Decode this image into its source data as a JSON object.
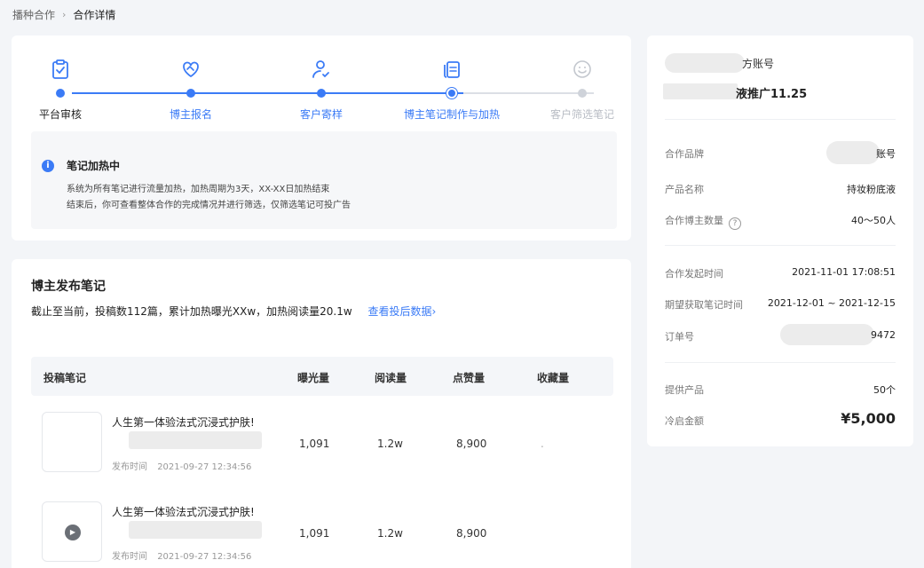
{
  "breadcrumb": {
    "parent": "播种合作",
    "separator": "›",
    "current": "合作详情"
  },
  "steps": [
    {
      "label": "平台审核",
      "icon": "clipboard-check-icon",
      "state": "start"
    },
    {
      "label": "博主报名",
      "icon": "handshake-heart-icon",
      "state": "done"
    },
    {
      "label": "客户寄样",
      "icon": "user-check-icon",
      "state": "done"
    },
    {
      "label": "博主笔记制作与加热",
      "icon": "documents-icon",
      "state": "active"
    },
    {
      "label": "客户筛选笔记",
      "icon": "smiley-icon",
      "state": "todo"
    }
  ],
  "notice": {
    "icon": "info-icon",
    "title": "笔记加热中",
    "line1": "系统为所有笔记进行流量加热，加热周期为3天，XX-XX日加热结束",
    "line2": "结束后，你可查看整体合作的完成情况并进行筛选，仅筛选笔记可投广告"
  },
  "notes": {
    "title": "博主发布笔记",
    "summary": "截止至当前，投稿数112篇，累计加热曝光XXw，加热阅读量20.1w",
    "summary_link": "查看投后数据›",
    "columns": [
      "投稿笔记",
      "曝光量",
      "阅读量",
      "点赞量",
      "收藏量"
    ],
    "rows": [
      {
        "title": "人生第一体验法式沉浸式护肤!",
        "time_label": "发布时间",
        "time": "2021-09-27 12:34:56",
        "exposure": "1,091",
        "reads": "1.2w",
        "likes": "8,900",
        "saves": ".",
        "has_play": false
      },
      {
        "title": "人生第一体验法式沉浸式护肤!",
        "time_label": "发布时间",
        "time": "2021-09-27 12:34:56",
        "exposure": "1,091",
        "reads": "1.2w",
        "likes": "8,900",
        "saves": "",
        "has_play": true
      }
    ]
  },
  "detail": {
    "account_suffix": "方账号",
    "campaign_suffix": "液推广11.25",
    "brand_label": "合作品牌",
    "brand_value": "账号",
    "product_name_label": "产品名称",
    "product_name_value": "持妆粉底液",
    "blogger_count_label": "合作博主数量",
    "blogger_count_value": "40～50人",
    "start_time_label": "合作发起时间",
    "start_time_value": "2021-11-01 17:08:51",
    "expected_time_label": "期望获取笔记时间",
    "expected_time_value": "2021-12-01 ~ 2021-12-15",
    "order_label": "订单号",
    "order_value": "9472",
    "provided_label": "提供产品",
    "provided_value": "50个",
    "amount_label": "冷启金额",
    "amount_value": "¥5,000"
  },
  "colors": {
    "accent": "#3b7bf6",
    "inactive": "#cfd3da",
    "background": "#f3f5f8"
  }
}
